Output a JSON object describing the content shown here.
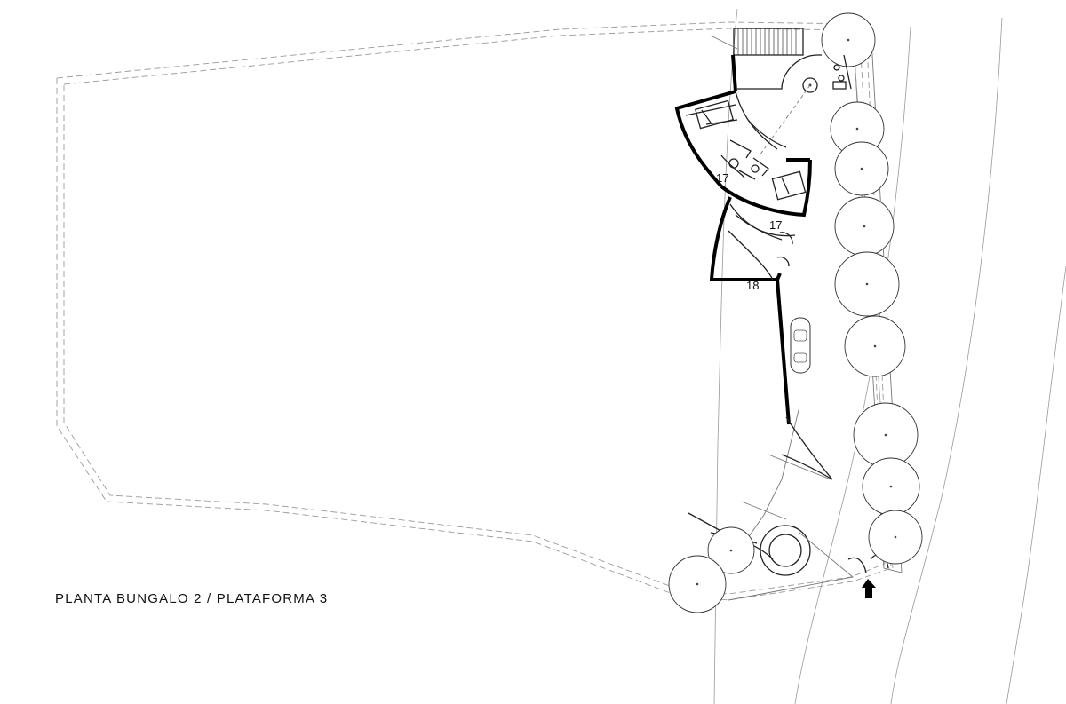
{
  "title": "PLANTA BUNGALO 2 / PLATAFORMA 3",
  "labels": {
    "room_a": "17",
    "room_b": "17",
    "room_c": "18"
  },
  "colors": {
    "walls": "#000000",
    "site_lines": "#999999",
    "background": "#ffffff"
  },
  "icons": {
    "entrance": "entrance-arrow-icon",
    "car": "car-icon",
    "tree": "tree-icon"
  }
}
